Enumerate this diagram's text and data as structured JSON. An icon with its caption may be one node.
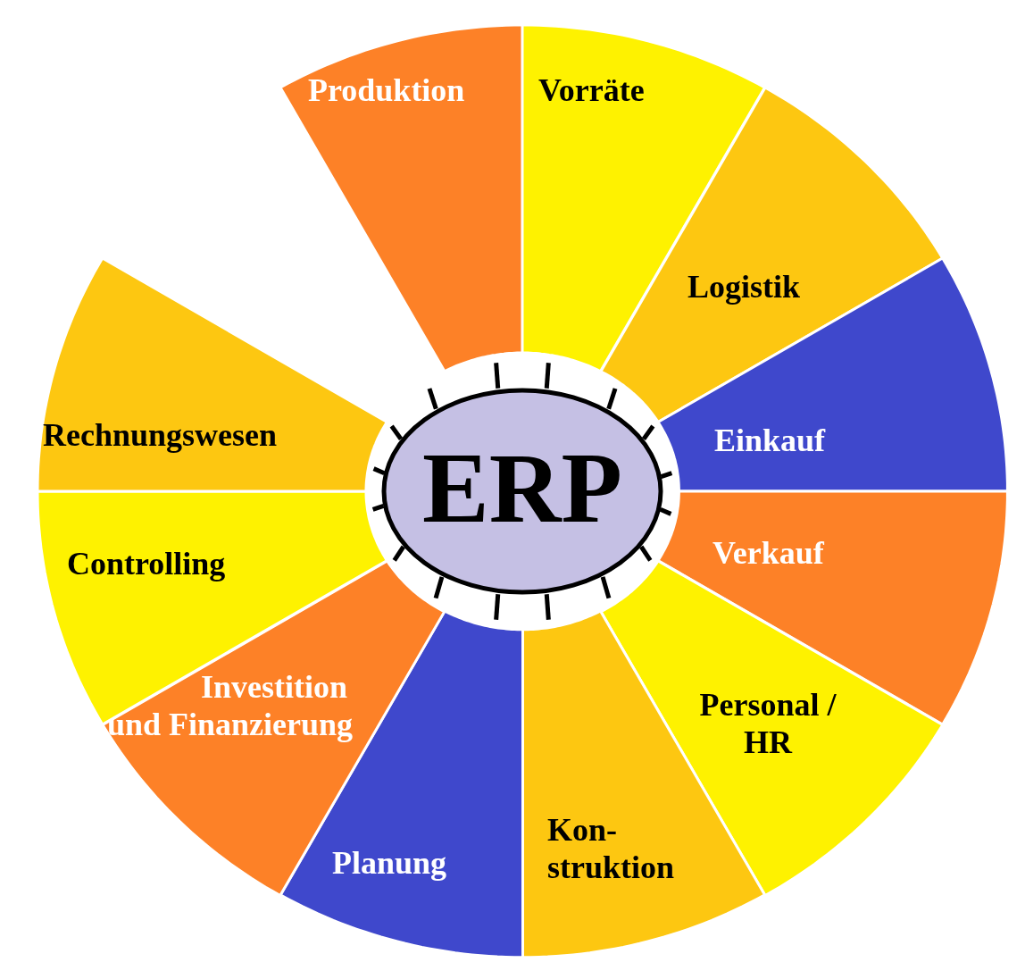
{
  "diagram": {
    "nodes": [
      {
        "text": [
          "ERP"
        ]
      },
      {
        "text": [
          "Produktion"
        ]
      },
      {
        "text": [
          "Vorräte"
        ]
      },
      {
        "text": [
          "Logistik"
        ]
      },
      {
        "text": [
          "Einkauf"
        ]
      },
      {
        "text": [
          "Verkauf"
        ]
      },
      {
        "text": [
          "Personal / HR"
        ]
      },
      {
        "text": [
          "Kon- struktion"
        ]
      },
      {
        "text": [
          "Planung"
        ]
      },
      {
        "text": [
          "Investition und Finanzierung"
        ]
      },
      {
        "text": [
          "Controlling"
        ]
      },
      {
        "text": [
          "Rechnungswesen"
        ]
      }
    ],
    "edges": []
  }
}
